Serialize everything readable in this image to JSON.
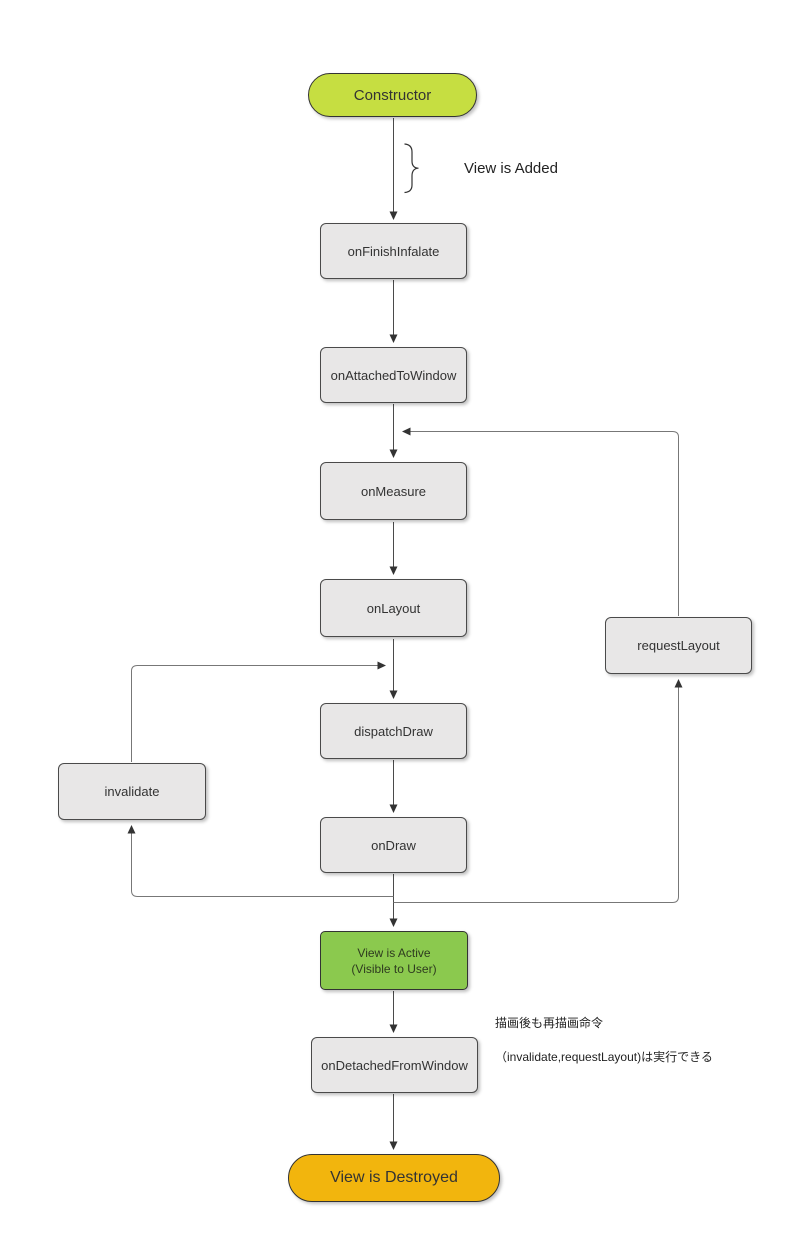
{
  "diagram": {
    "title": "View lifecycle flowchart",
    "nodes": {
      "constructor": {
        "label": "Constructor"
      },
      "onFinishInfalate": {
        "label": "onFinishInfalate"
      },
      "onAttachedToWindow": {
        "label": "onAttachedToWindow"
      },
      "onMeasure": {
        "label": "onMeasure"
      },
      "onLayout": {
        "label": "onLayout"
      },
      "requestLayout": {
        "label": "requestLayout"
      },
      "dispatchDraw": {
        "label": "dispatchDraw"
      },
      "invalidate": {
        "label": "invalidate"
      },
      "onDraw": {
        "label": "onDraw"
      },
      "viewActive": {
        "label_line1": "View is Active",
        "label_line2": "(Visible to User)"
      },
      "onDetachedFromWindow": {
        "label": "onDetachedFromWindow"
      },
      "viewDestroyed": {
        "label": "View is Destroyed"
      }
    },
    "annotations": {
      "view_added": "View is Added",
      "note_line1": "描画後も再描画命令",
      "note_line2": "（invalidate,requestLayout)は実行できる"
    },
    "colors": {
      "constructor_fill": "#c6de41",
      "active_fill": "#8bc94e",
      "destroyed_fill": "#f2b50d",
      "node_fill": "#e8e7e7",
      "node_border": "#4a4a4a",
      "spine_edge": "#4a4a4a",
      "loop_edge": "#777777"
    }
  }
}
